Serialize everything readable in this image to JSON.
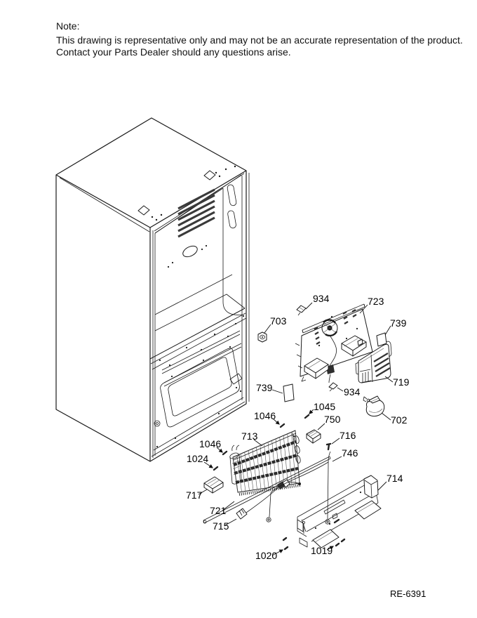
{
  "note": {
    "heading": "Note:",
    "line1": "This drawing is representative only and may not be an accurate representation of the product.",
    "line2": "Contact your Parts Dealer should any questions arise."
  },
  "drawing_number": "RE-6391",
  "callouts": {
    "c934_top": "934",
    "c723": "723",
    "c703": "703",
    "c739_right": "739",
    "c719": "719",
    "c739_left": "739",
    "c934_bottom": "934",
    "c1045": "1045",
    "c702": "702",
    "c1046_upper": "1046",
    "c750": "750",
    "c716": "716",
    "c713": "713",
    "c746": "746",
    "c1046_left": "1046",
    "c1024": "1024",
    "c714": "714",
    "c717": "717",
    "c721": "721",
    "c715": "715",
    "c1019": "1019",
    "c1020": "1020"
  }
}
